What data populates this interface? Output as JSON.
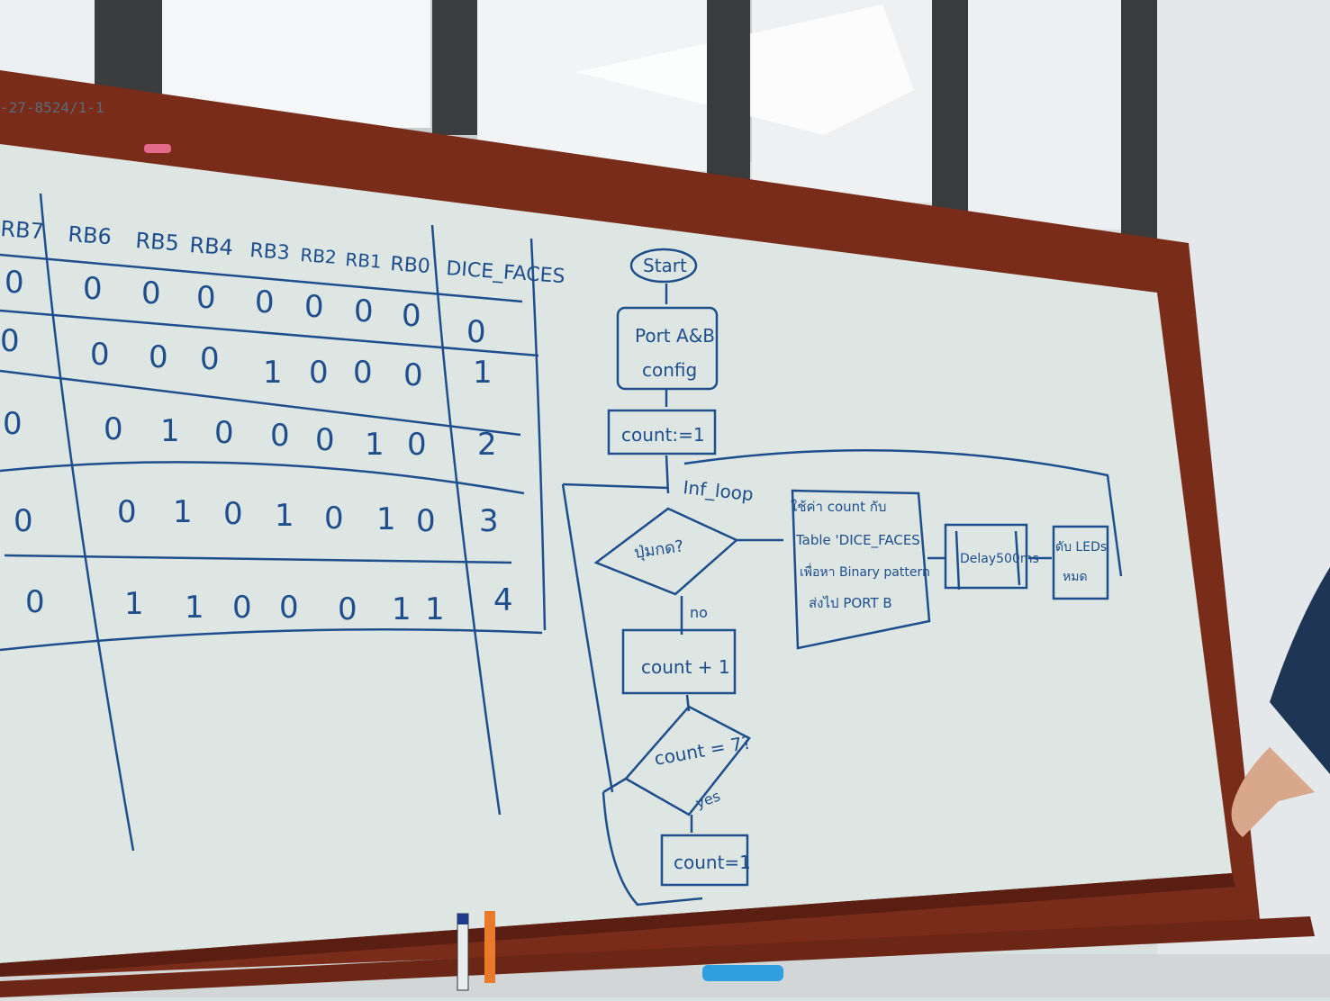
{
  "room_label": "-27-8524/1-1",
  "table": {
    "headers": [
      "RB7",
      "RB6",
      "RB5",
      "RB4",
      "RB3",
      "RB2",
      "RB1",
      "RB0",
      "DICE_FACES"
    ],
    "rows": [
      [
        "0",
        "0",
        "0",
        "0",
        "0",
        "0",
        "0",
        "0",
        "0"
      ],
      [
        "0",
        "0",
        "0",
        "0",
        "1",
        "0",
        "0",
        "0",
        "1"
      ],
      [
        "0",
        "0",
        "1",
        "0",
        "0",
        "0",
        "1",
        "0",
        "2"
      ],
      [
        "0",
        "0",
        "1",
        "0",
        "1",
        "0",
        "1",
        "0",
        "3"
      ],
      [
        "0",
        "1",
        "1",
        "0",
        "0",
        "0",
        "1",
        "1",
        "4"
      ]
    ]
  },
  "flowchart": {
    "start": "Start",
    "config_line1": "Port A&B",
    "config_line2": "config",
    "init": "count:=1",
    "loop_label": "Inf_loop",
    "decision1": "ปุ่มกด?",
    "no_label": "no",
    "increment": "count + 1",
    "decision2": "count = 7?",
    "yes_label": "yes",
    "reset": "count=1",
    "process1_line1": "ใช้ค่า count กับ",
    "process1_line2": "Table 'DICE_FACES'",
    "process1_line3": "เพื่อหา Binary pattern",
    "process1_line4": "ส่งไป PORT B",
    "delay": "Delay500ms",
    "leds_line1": "ดับ LEDs",
    "leds_line2": "หมด"
  }
}
